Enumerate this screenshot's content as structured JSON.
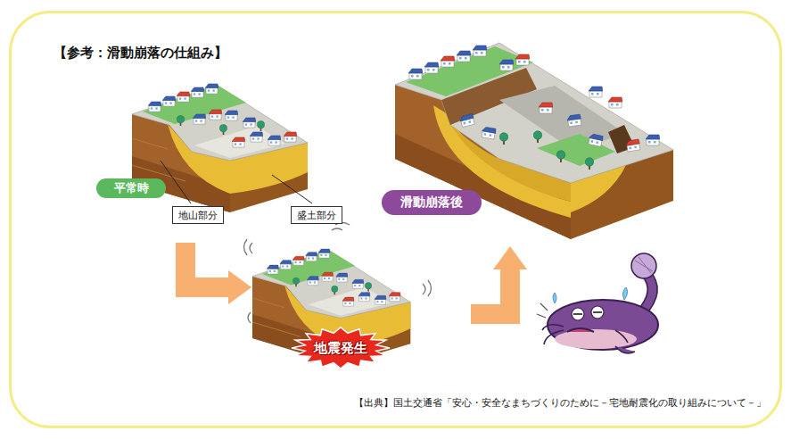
{
  "diagram": {
    "title": "【参考：滑動崩落の仕組み】",
    "caption": "【出典】国土交通省「安心・安全なまちづくりのために－宅地耐震化の取り組みについて－」",
    "nodes": [
      {
        "text": [
          "平常時"
        ]
      },
      {
        "text": [
          "地山部分"
        ]
      },
      {
        "text": [
          "盛土部分"
        ]
      },
      {
        "text": [
          "地震発生"
        ]
      },
      {
        "text": [
          "滑動崩落後"
        ]
      }
    ]
  }
}
